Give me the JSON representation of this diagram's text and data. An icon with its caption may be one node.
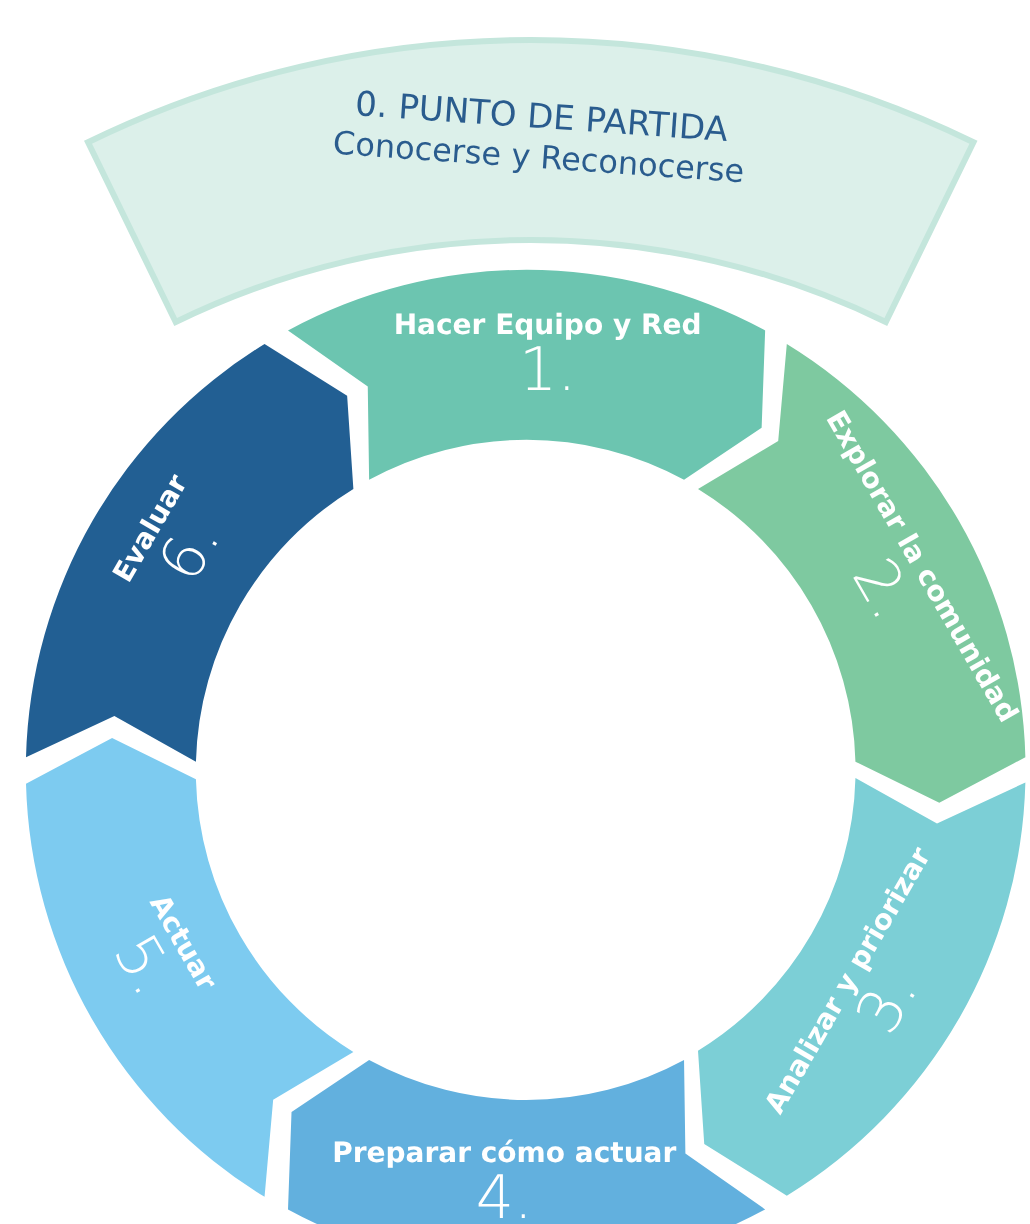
{
  "diagram": {
    "nodes": [
      {
        "text": [
          "0. PUNTO DE PARTIDA",
          "Conocerse y Reconocerse"
        ]
      },
      {
        "text": [
          "Hacer Equipo y Red",
          "1."
        ]
      },
      {
        "text": [
          "Explorar la comunidad",
          "2."
        ]
      },
      {
        "text": [
          "Analizar y priorizar",
          "3."
        ]
      },
      {
        "text": [
          "Preparar cómo actuar",
          "4."
        ]
      },
      {
        "text": [
          "Actuar",
          "5."
        ]
      },
      {
        "text": [
          "Evaluar",
          "6."
        ]
      }
    ]
  }
}
